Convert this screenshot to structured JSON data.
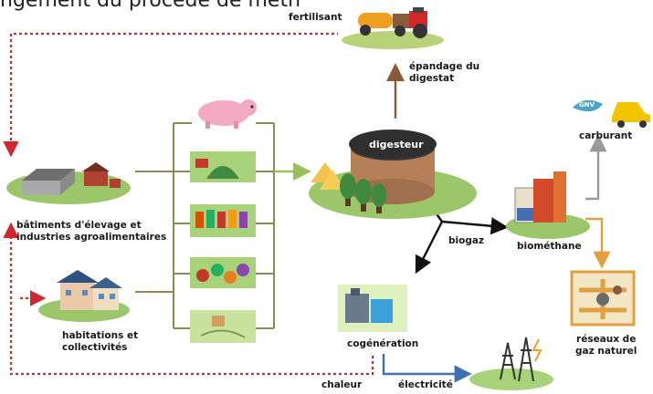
{
  "header": {
    "partial_title": "ngement du procede de meth"
  },
  "labels": {
    "fertilisant": "fertilisant",
    "epandage": [
      "épandage du",
      "digestat"
    ],
    "digesteur": "digesteur",
    "carburant": "carburant",
    "gnv_badge": "GNV",
    "batiments": [
      "bâtiments d'élevage et",
      "industries agroalimentaires"
    ],
    "habitations": [
      "habitations et",
      "collectivités"
    ],
    "biogaz": "biogaz",
    "biomethane": "biométhane",
    "cogeneration": "cogénération",
    "reseaux": [
      "réseaux de",
      "gaz naturel"
    ],
    "chaleur": "chaleur",
    "electricite": "électricité"
  },
  "colors": {
    "dotted_red": "#d0282d",
    "brown_arrow": "#8a5a3c",
    "olive_line": "#8a8a55",
    "green_arrow": "#9bbf59",
    "black_arrow": "#111111",
    "grey_arrow": "#9a9a9a",
    "orange_arrow": "#e0a040",
    "blue_arrow": "#3f6fb0"
  }
}
